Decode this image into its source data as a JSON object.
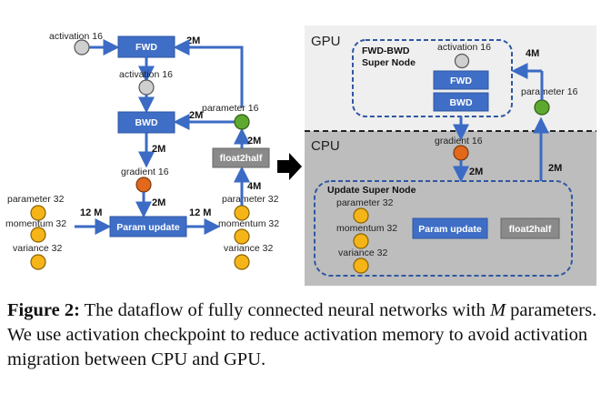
{
  "diagram": {
    "left": {
      "activation_top": "activation 16",
      "fwd": "FWD",
      "activation_mid": "activation 16",
      "bwd": "BWD",
      "gradient": "gradient 16",
      "param_update": "Param update",
      "parameter_in": "parameter 32",
      "momentum_in": "momentum 32",
      "variance_in": "variance 32",
      "parameter_out": "parameter 32",
      "momentum_out": "momentum 32",
      "variance_out": "variance 32",
      "float2half": "float2half",
      "parameter_half": "parameter 16",
      "q_2m_fwd": "2M",
      "q_2m_bwd": "2M",
      "q_2m_grad_out": "2M",
      "q_2m_grad_in": "2M",
      "q_12m_in": "12 M",
      "q_12m_out": "12 M",
      "q_4m": "4M",
      "q_2m_half": "2M"
    },
    "right": {
      "gpu_label": "GPU",
      "cpu_label": "CPU",
      "fwd_bwd_super_line1": "FWD-BWD",
      "fwd_bwd_super_line2": "Super Node",
      "activation": "activation 16",
      "fwd": "FWD",
      "bwd": "BWD",
      "q_4m": "4M",
      "parameter": "parameter 16",
      "gradient": "gradient 16",
      "q_2m_grad": "2M",
      "q_2m_param": "2M",
      "update_super": "Update Super Node",
      "parameter32": "parameter 32",
      "momentum32": "momentum 32",
      "variance32": "variance 32",
      "param_update": "Param update",
      "float2half": "float2half"
    }
  },
  "caption": {
    "label": "Figure 2:",
    "text_1": " The dataflow of fully connected neural networks with ",
    "math_m": "M",
    "text_2": " parameters. We use activation checkpoint to reduce activation memory to avoid activation migration between CPU and GPU."
  },
  "colors": {
    "blue_box": "#3f6ec6",
    "arrow_blue": "#3b6bc4",
    "gray_node": "#cfcfcf",
    "green_node": "#5ea82f",
    "orange_node": "#e2681c",
    "yellow_node": "#f5b418",
    "gpu_bg": "#efefef",
    "cpu_bg": "#bdbdbd",
    "float2half_box": "#8a8a8a"
  }
}
